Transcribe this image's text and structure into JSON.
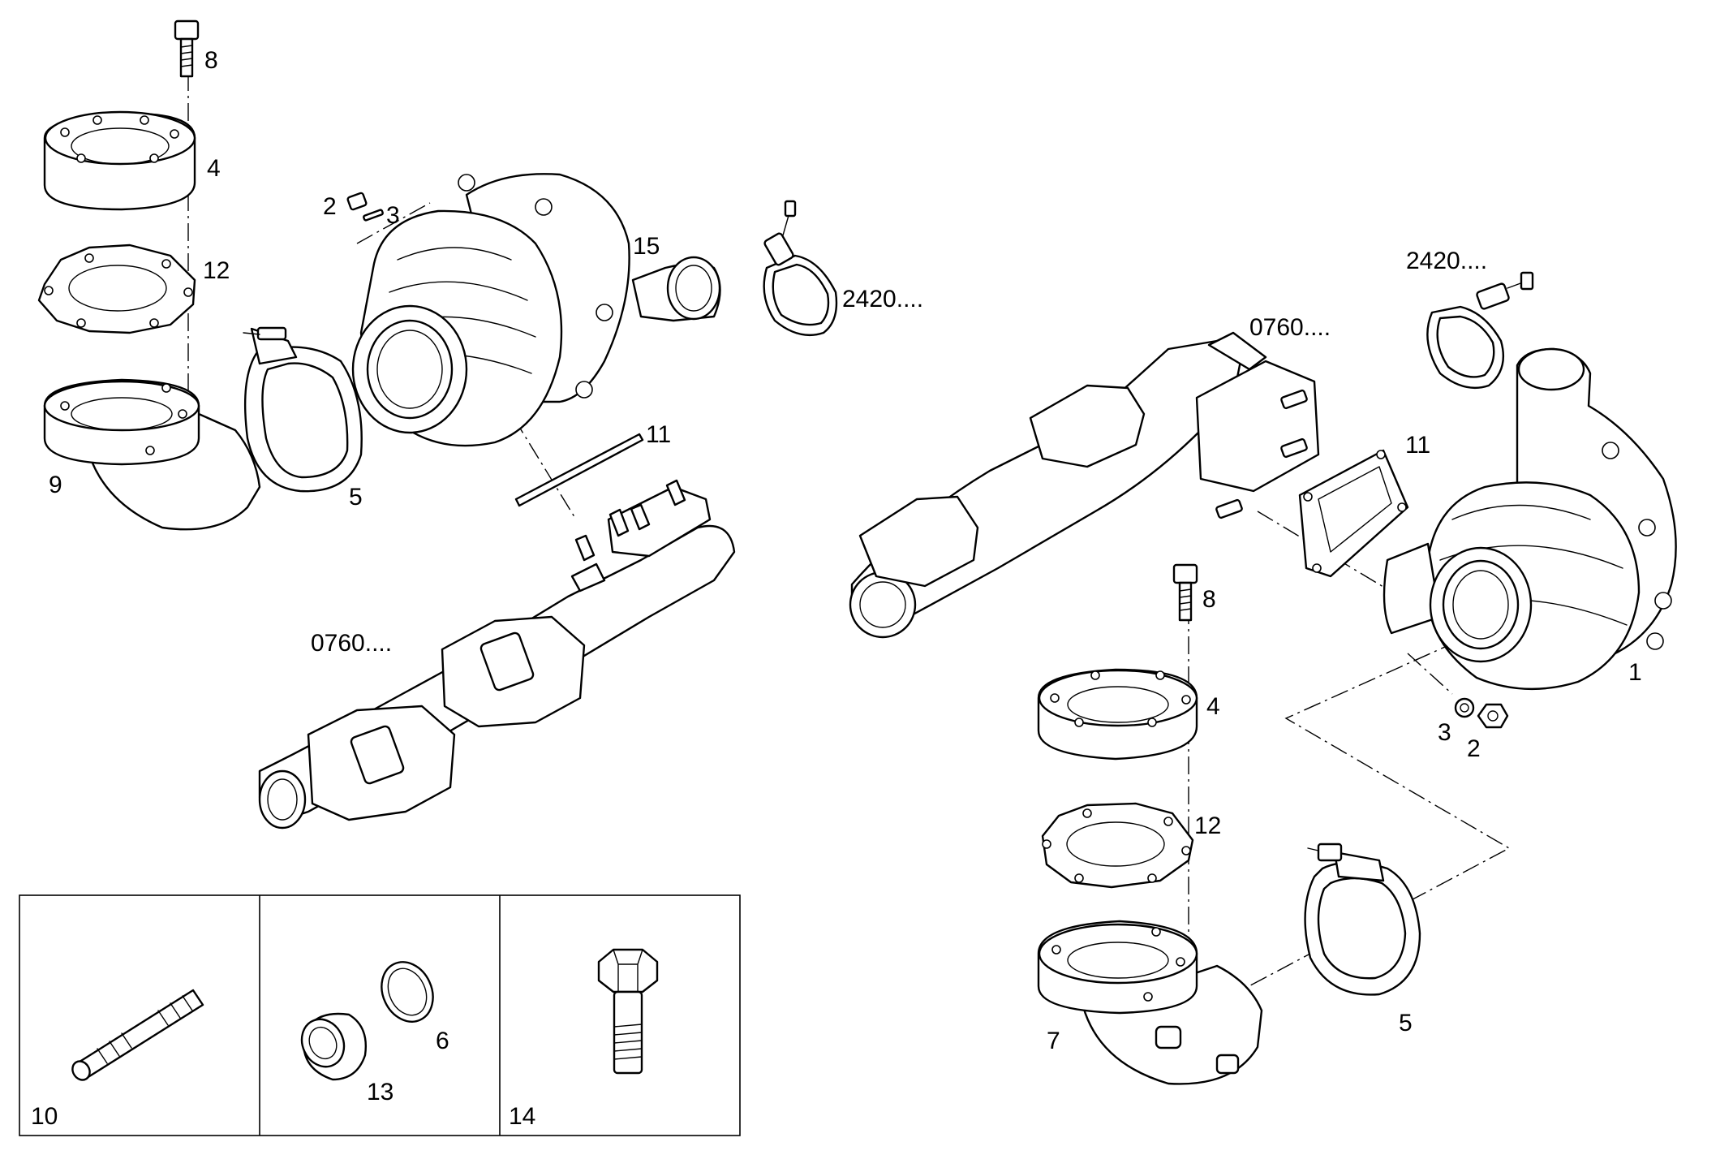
{
  "callouts": {
    "l8": "8",
    "l4": "4",
    "l12": "12",
    "l9": "9",
    "l5": "5",
    "l2": "2",
    "l3": "3",
    "l15": "15",
    "l2420": "2420....",
    "l11": "11",
    "l0760": "0760....",
    "r2420": "2420....",
    "r0760": "0760....",
    "r11": "11",
    "r8": "8",
    "r4": "4",
    "r12": "12",
    "r7": "7",
    "r5": "5",
    "r1": "1",
    "r3": "3",
    "r2": "2"
  },
  "inset": {
    "p10": "10",
    "p6": "6",
    "p13": "13",
    "p14": "14"
  }
}
